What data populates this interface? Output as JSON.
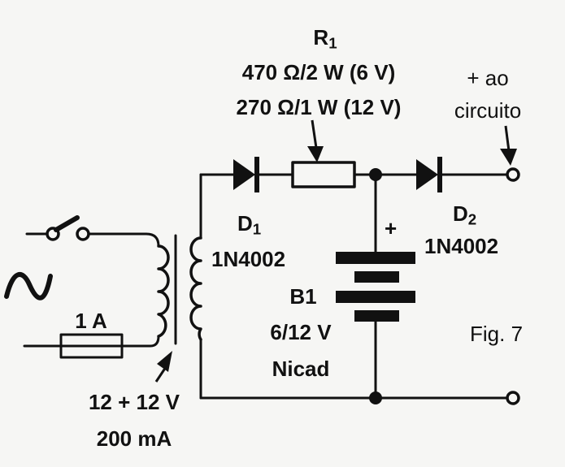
{
  "figure": {
    "caption": "Fig. 7",
    "type": "circuit-schematic",
    "description": "NiCd battery charger circuit"
  },
  "components": {
    "r1": {
      "designator_main": "R",
      "designator_sub": "1",
      "value_6v": "470 Ω/2 W (6 V)",
      "value_12v": "270 Ω/1 W (12 V)"
    },
    "d1": {
      "designator_main": "D",
      "designator_sub": "1",
      "part": "1N4002"
    },
    "d2": {
      "designator_main": "D",
      "designator_sub": "2",
      "part": "1N4002"
    },
    "b1": {
      "designator": "B1",
      "voltage": "6/12 V",
      "chemistry": "Nicad",
      "polarity": "+"
    },
    "fuse": {
      "rating": "1 A"
    },
    "transformer": {
      "voltage": "12 + 12 V",
      "current": "200 mA"
    },
    "output": {
      "line1": "+ ao",
      "line2": "circuito"
    }
  },
  "colors": {
    "ink": "#111111",
    "paper": "#f6f6f4"
  }
}
